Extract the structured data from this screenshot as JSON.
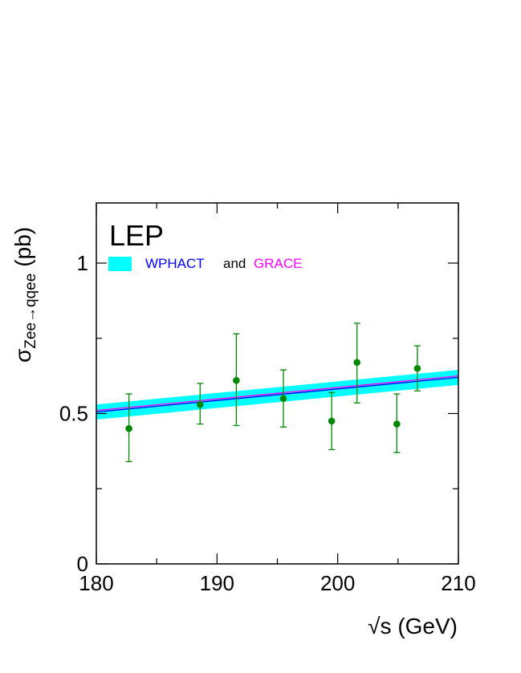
{
  "chart_data": {
    "type": "scatter",
    "title": "",
    "xlabel": "√s (GeV)",
    "ylabel_main": "σ",
    "ylabel_sub": "Zee→qqee",
    "ylabel_unit": "(pb)",
    "xlim": [
      180,
      210
    ],
    "ylim": [
      0,
      1.2
    ],
    "x_ticks": [
      180,
      190,
      200,
      210
    ],
    "x_tick_labels": [
      "180",
      "190",
      "200",
      "210"
    ],
    "y_ticks": [
      0,
      0.5,
      1
    ],
    "y_tick_labels": [
      "0",
      "0.5",
      "1"
    ],
    "annotation": "LEP",
    "legend": {
      "placement": "top-left",
      "entries": [
        {
          "label": "WPHACT",
          "color": "#0000ff"
        },
        {
          "label": "and",
          "color": "#000000"
        },
        {
          "label": "GRACE",
          "color": "#ff00ff"
        }
      ]
    },
    "band": {
      "color": "#00ffff",
      "x": [
        180,
        210
      ],
      "center": [
        0.505,
        0.62
      ],
      "half_width": 0.025
    },
    "lines": [
      {
        "name": "WPHACT",
        "color": "#0000ff",
        "x": [
          180,
          210
        ],
        "y": [
          0.505,
          0.62
        ]
      },
      {
        "name": "GRACE",
        "color": "#ff00ff",
        "x": [
          180,
          210
        ],
        "y": [
          0.51,
          0.625
        ]
      }
    ],
    "points": {
      "color": "#008800",
      "x": [
        182.7,
        188.6,
        191.6,
        195.5,
        199.5,
        201.6,
        204.9,
        206.6
      ],
      "y": [
        0.45,
        0.53,
        0.61,
        0.55,
        0.475,
        0.67,
        0.465,
        0.65
      ],
      "ylow": [
        0.34,
        0.465,
        0.46,
        0.455,
        0.38,
        0.535,
        0.37,
        0.575
      ],
      "yhigh": [
        0.565,
        0.6,
        0.765,
        0.645,
        0.57,
        0.8,
        0.565,
        0.725
      ]
    }
  }
}
